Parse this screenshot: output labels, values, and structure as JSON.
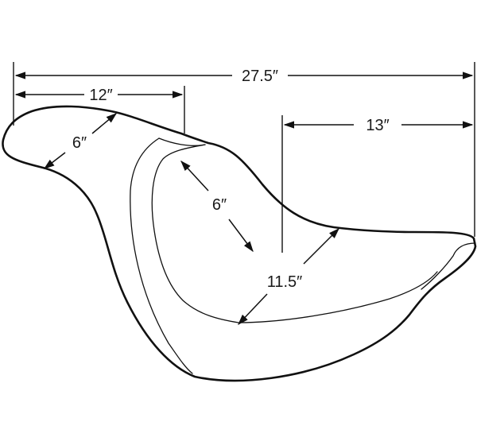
{
  "diagram": {
    "subject": "motorcycle-seat",
    "dimensions": {
      "overall_length": "27.5″",
      "front_seat_length": "12″",
      "passenger_length": "13″",
      "front_nose_width": "6″",
      "rider_pocket_depth": "6″",
      "rear_width": "11.5″"
    },
    "colors": {
      "line": "#111111",
      "background": "#ffffff"
    }
  }
}
